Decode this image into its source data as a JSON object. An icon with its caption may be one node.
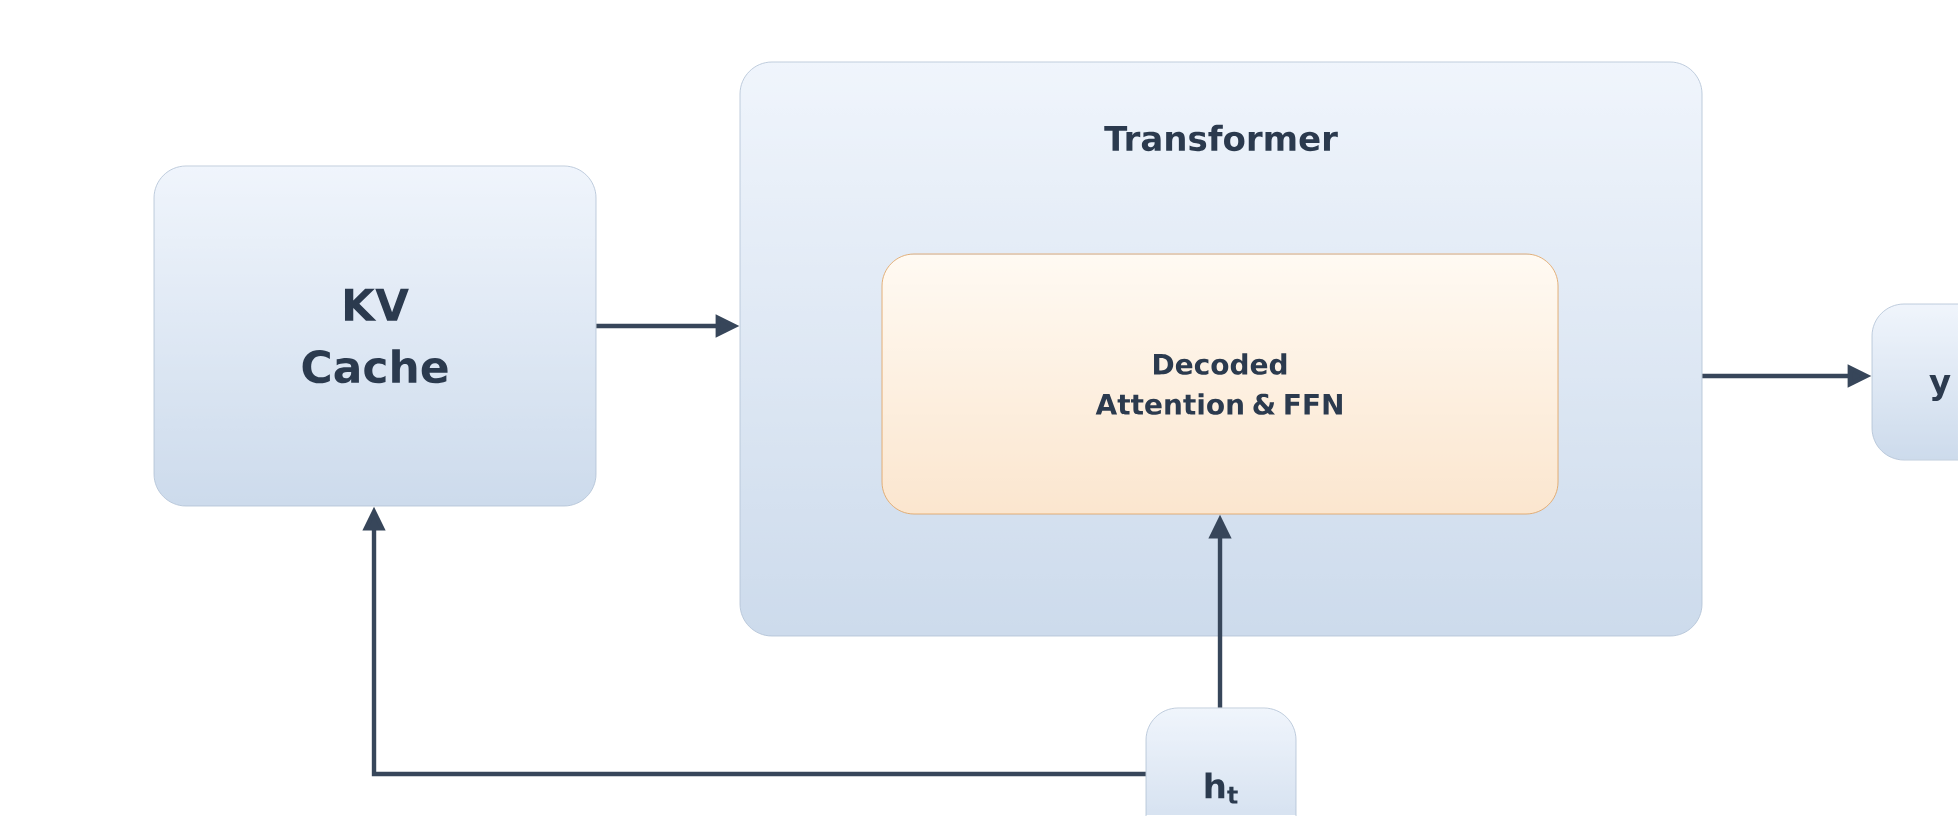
{
  "diagram": {
    "nodes": [
      {
        "text": [
          "KV Cache"
        ]
      },
      {
        "text": [
          "Transformer"
        ]
      },
      {
        "text": [
          "Decoded Attention & FFN"
        ],
        "in": 1
      },
      {
        "text": [
          "y"
        ]
      },
      {
        "text": [
          "h$_{t}$"
        ]
      }
    ],
    "edges": [
      {
        "from": 0,
        "to": 1,
        "arrow": "to"
      },
      {
        "from": 1,
        "to": 3,
        "arrow": "to"
      },
      {
        "from": 4,
        "to": 2,
        "arrow": "to"
      },
      {
        "from": 4,
        "to": 0,
        "arrow": "to"
      }
    ]
  }
}
